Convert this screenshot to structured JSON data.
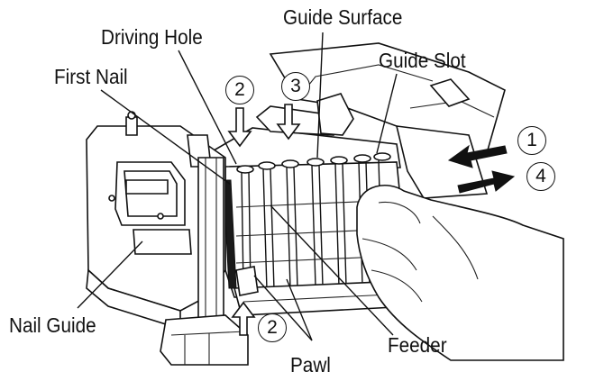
{
  "labels": {
    "guide_surface": "Guide Surface",
    "driving_hole": "Driving Hole",
    "guide_slot": "Guide Slot",
    "first_nail": "First Nail",
    "nail_guide": "Nail Guide",
    "feeder": "Feeder",
    "pawl": "Pawl"
  },
  "steps": {
    "step_1": "1",
    "step_2_top": "2",
    "step_3": "3",
    "step_4": "4",
    "step_2_bottom": "2"
  }
}
